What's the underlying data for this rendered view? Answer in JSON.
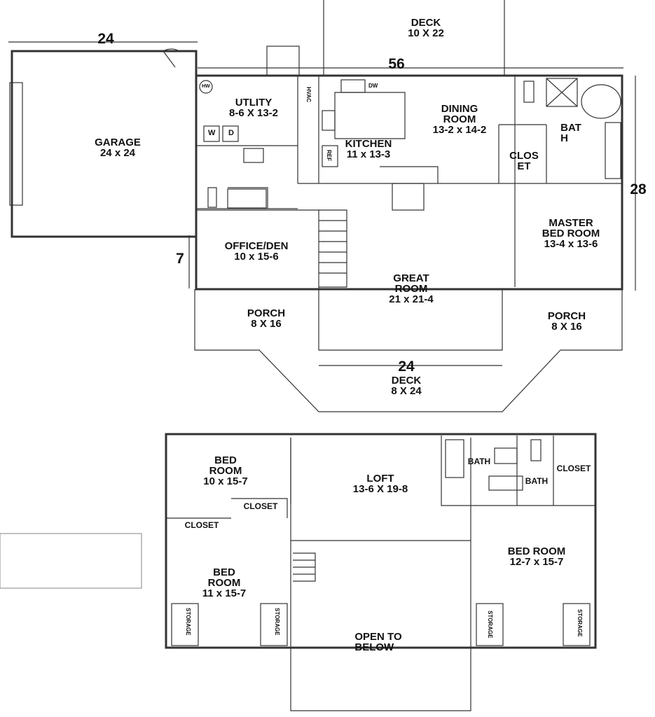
{
  "dimensions": {
    "garage_width": "24",
    "main_width": "56",
    "main_depth": "28",
    "garage_offset": "7",
    "deck_width": "24"
  },
  "first_floor": {
    "deck_top": {
      "name": "DECK",
      "size": "10 X 22"
    },
    "garage": {
      "name": "GARAGE",
      "size": "24 x 24"
    },
    "utility": {
      "name": "UTLITY",
      "size": "8-6 X 13-2"
    },
    "kitchen": {
      "name": "KITCHEN",
      "size": "11 x 13-3"
    },
    "dining": {
      "line1": "DINING",
      "line2": "ROOM",
      "size": "13-2 x 14-2"
    },
    "master_bath": {
      "line1": "BAT",
      "line2": "H"
    },
    "master_closet": {
      "line1": "CLOS",
      "line2": "ET"
    },
    "master_bedroom": {
      "line1": "MASTER",
      "line2": "BED ROOM",
      "size": "13-4 x 13-6"
    },
    "office": {
      "name": "OFFICE/DEN",
      "size": "10 x 15-6"
    },
    "great_room": {
      "line1": "GREAT",
      "line2": "ROOM",
      "size": "21 x 21-4"
    },
    "porch_left": {
      "name": "PORCH",
      "size": "8 X 16"
    },
    "porch_right": {
      "name": "PORCH",
      "size": "8 X 16"
    },
    "deck_bottom": {
      "name": "DECK",
      "size": "8 X 24"
    },
    "fixtures": {
      "hw": "HW",
      "hvac": "HVAC",
      "dw": "DW",
      "ref": "REF",
      "washer": "W",
      "dryer": "D"
    }
  },
  "second_floor": {
    "bedroom_a": {
      "line1": "BED",
      "line2": "ROOM",
      "size": "10 x 15-7"
    },
    "closet_a": "CLOSET",
    "closet_b": "CLOSET",
    "bedroom_b": {
      "line1": "BED",
      "line2": "ROOM",
      "size": "11 x 15-7"
    },
    "loft": {
      "name": "LOFT",
      "size": "13-6 X 19-8"
    },
    "bath_a": "BATH",
    "bath_b": "BATH",
    "closet_c": "CLOSET",
    "bedroom_c": {
      "name": "BED ROOM",
      "size": "12-7 x 15-7"
    },
    "open": {
      "line1": "OPEN TO",
      "line2": "BELOW"
    },
    "storage": "STORAGE"
  }
}
